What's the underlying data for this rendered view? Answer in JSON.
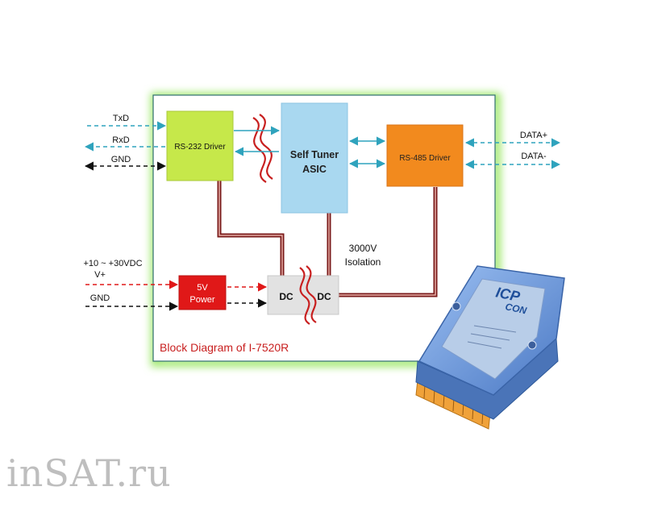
{
  "diagram": {
    "caption": "Block Diagram of I-7520R",
    "blocks": {
      "rs232": "RS-232 Driver",
      "asic_line1": "Self Tuner",
      "asic_line2": "ASIC",
      "rs485": "RS-485 Driver",
      "power_line1": "5V",
      "power_line2": "Power",
      "dc_left": "DC",
      "dc_right": "DC"
    },
    "signals": {
      "txd": "TxD",
      "rxd": "RxD",
      "gnd_top": "GND",
      "data_plus": "DATA+",
      "data_minus": "DATA-",
      "vin_range": "+10 ~ +30VDC",
      "vplus": "V+",
      "gnd_bottom": "GND"
    },
    "isolation_line1": "3000V",
    "isolation_line2": "Isolation",
    "device": {
      "brand_line1": "ICP",
      "brand_line2": "CON"
    },
    "colors": {
      "rs232": "#c6e84a",
      "asic": "#a9d8f0",
      "rs485": "#f28a1e",
      "power": "#e01818",
      "dc": "#e2e2e2",
      "signal_blue": "#2fa3bd",
      "signal_red": "#e01818",
      "wire": "#7a1a1a",
      "caption": "#c81f1f",
      "frame_glow": "#9ee86a",
      "device": "#6f9fe0"
    }
  },
  "watermark": "inSAT.ru"
}
